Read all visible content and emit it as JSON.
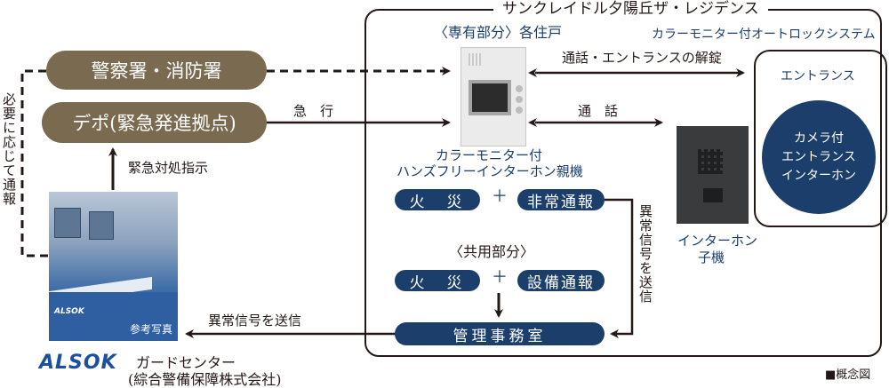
{
  "title": "サンクレイドル夕陽丘ザ・レジデンス",
  "left": {
    "police_fire": "警察署・消防署",
    "depot": "デポ(緊急発進拠点)",
    "emergency_instruction": "緊急対処指示",
    "report_if_needed": "必要に応じて通報",
    "rush": "急　行",
    "send_alarm": "異常信号を送信",
    "photo_caption": "参考写真",
    "photo_logo": "ALSOK",
    "company_logo": "ALSOK",
    "guard_center": "ガードセンター",
    "company_name": "(綜合警備保障株式会社)"
  },
  "private": {
    "heading": "〈専有部分〉各住戸",
    "master_unit_line1": "カラーモニター付",
    "master_unit_line2": "ハンズフリーインターホン親機",
    "fire": "火　災",
    "plus": "＋",
    "emergency_report": "非常通報",
    "send_alarm_vertical": "異常信号を送信"
  },
  "common": {
    "heading": "〈共用部分〉",
    "fire": "火　災",
    "plus": "＋",
    "equipment_report": "設備通報",
    "management_office": "管理事務室"
  },
  "entrance": {
    "system_heading": "カラーモニター付オートロックシステム",
    "talk_unlock": "通話・エントランスの解錠",
    "talk": "通　話",
    "box_title": "エントランス",
    "circle_line1": "カメラ付",
    "circle_line2": "エントランス",
    "circle_line3": "インターホン",
    "sub_unit_line1": "インターホン",
    "sub_unit_line2": "子機"
  },
  "footer": {
    "note": "■概念図"
  },
  "colors": {
    "brown": "#7a6a50",
    "navy": "#1b3e6b",
    "ink": "#231815"
  }
}
